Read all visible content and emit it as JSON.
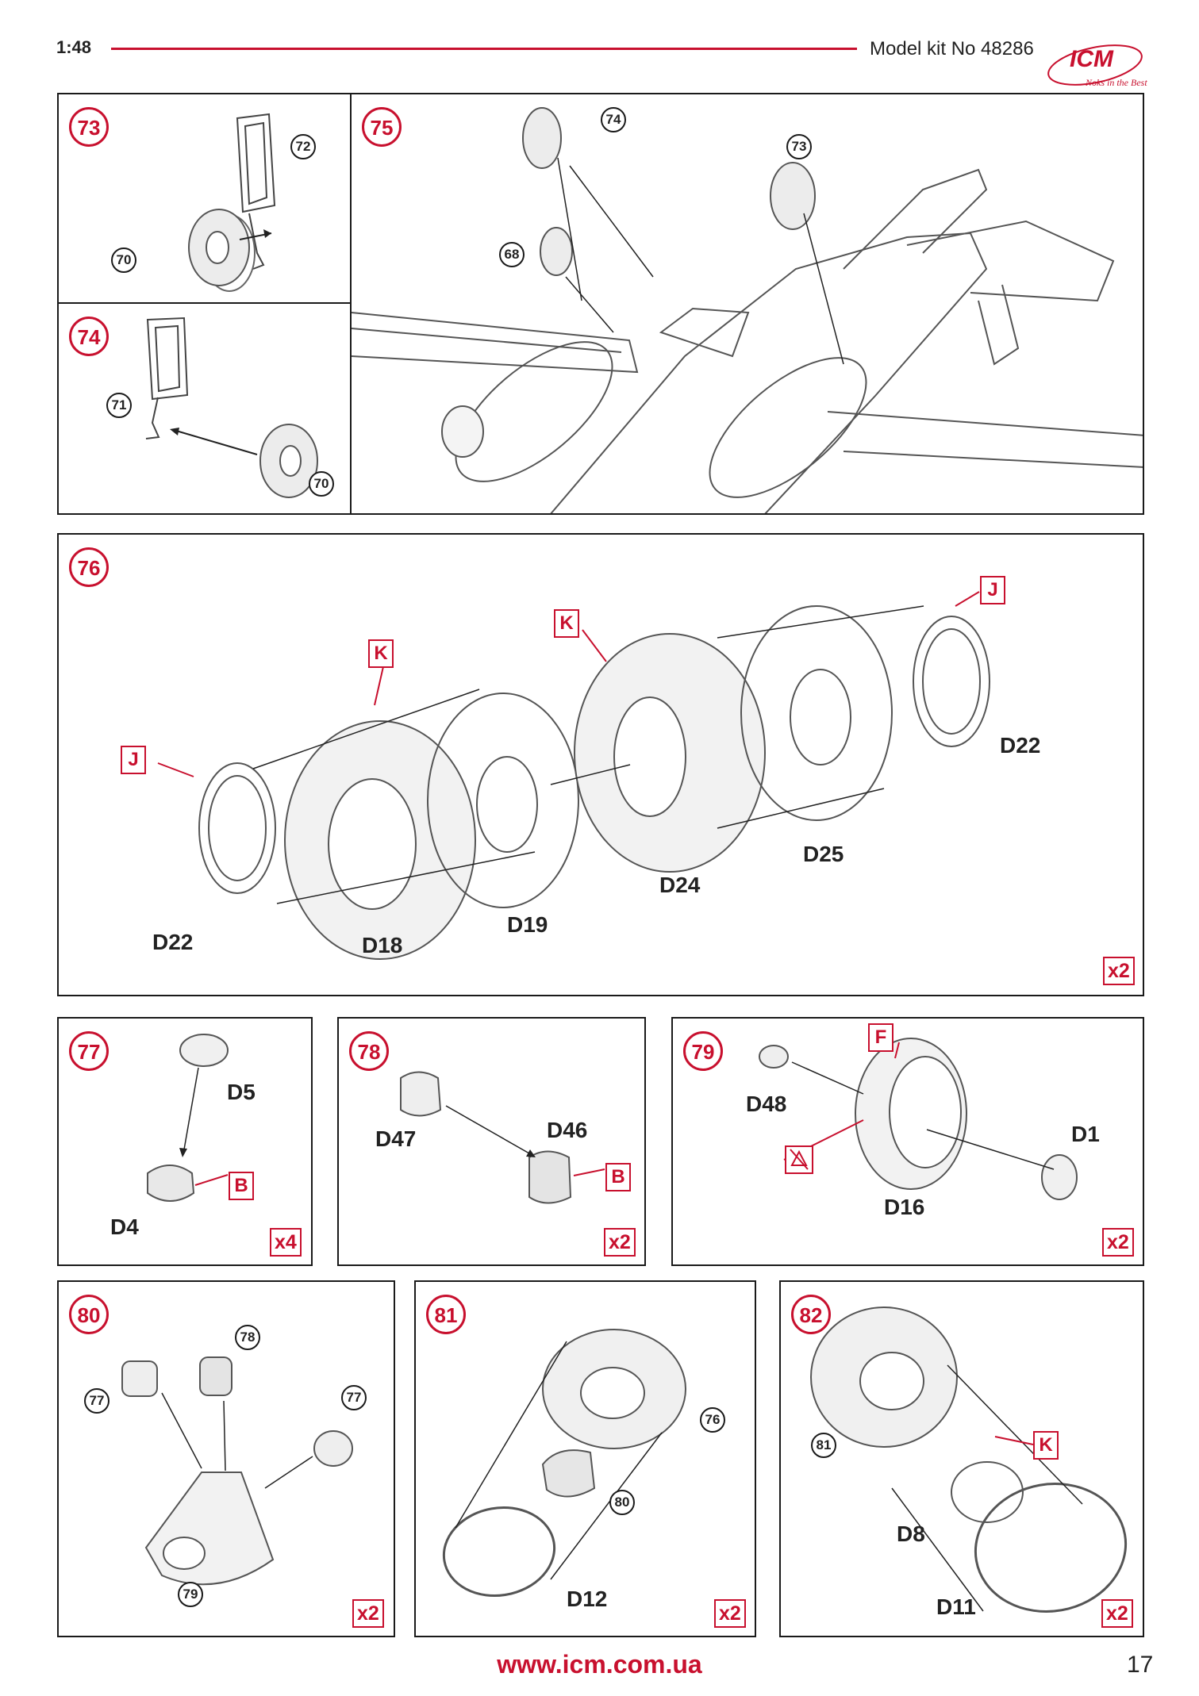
{
  "header": {
    "scale": "1:48",
    "kit": "Model kit No 48286"
  },
  "logo": {
    "brand": "ICM",
    "tagline": "Noks in the Best",
    "color": "#c8102e"
  },
  "footer": {
    "url": "www.icm.com.ua",
    "page": "17"
  },
  "steps": {
    "s73": {
      "num": "73",
      "refs": [
        "72",
        "70"
      ]
    },
    "s74": {
      "num": "74",
      "refs": [
        "71",
        "70"
      ]
    },
    "s75": {
      "num": "75",
      "refs": [
        "74",
        "73",
        "68"
      ]
    },
    "s76": {
      "num": "76",
      "parts": [
        "J",
        "K",
        "K",
        "J",
        "D22",
        "D22",
        "D18",
        "D19",
        "D24",
        "D25"
      ],
      "mult": "x2"
    },
    "s77": {
      "num": "77",
      "parts": [
        "D5",
        "D4",
        "B"
      ],
      "mult": "x4"
    },
    "s78": {
      "num": "78",
      "parts": [
        "D47",
        "D46",
        "B"
      ],
      "mult": "x2"
    },
    "s79": {
      "num": "79",
      "parts": [
        "D48",
        "F",
        "D1",
        "D16"
      ],
      "mult": "x2"
    },
    "s80": {
      "num": "80",
      "refs": [
        "78",
        "77",
        "77",
        "79"
      ],
      "mult": "x2"
    },
    "s81": {
      "num": "81",
      "refs": [
        "76",
        "80"
      ],
      "parts": [
        "D12"
      ],
      "mult": "x2"
    },
    "s82": {
      "num": "82",
      "refs": [
        "81"
      ],
      "parts": [
        "K",
        "D8",
        "D11"
      ],
      "mult": "x2"
    }
  }
}
